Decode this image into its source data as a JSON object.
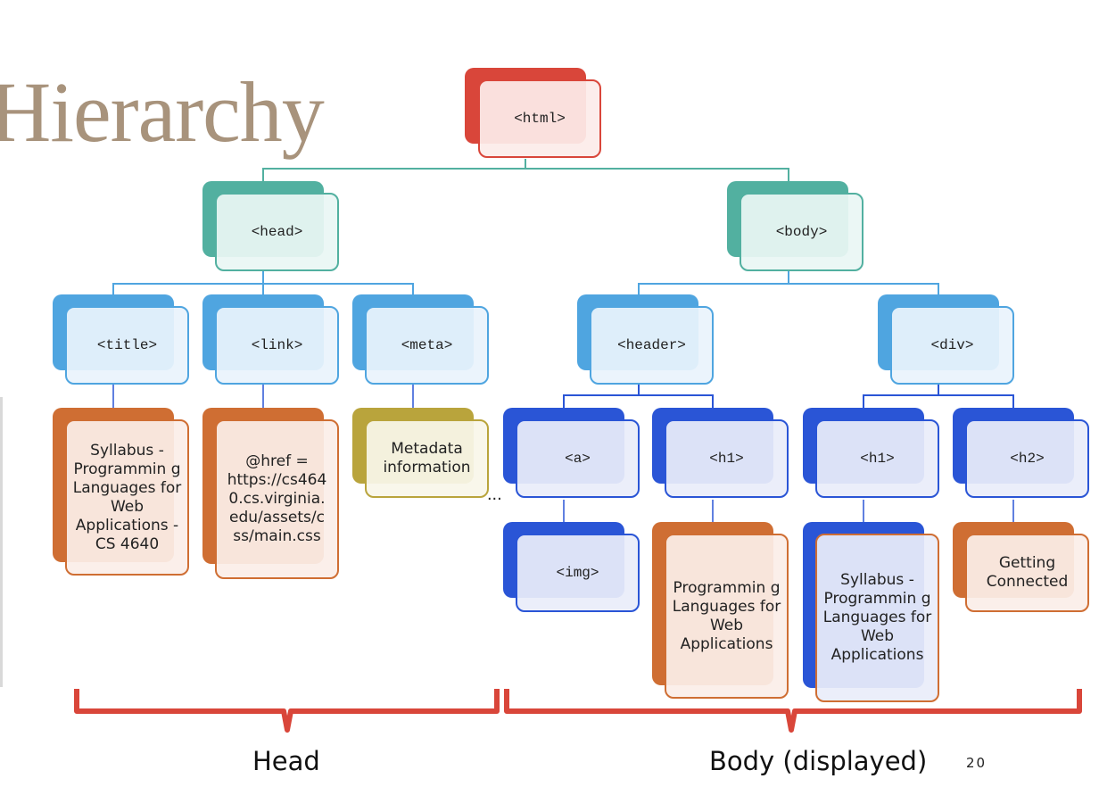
{
  "slide": {
    "title": "Hierarchy",
    "page_number": "20",
    "ellipsis": "..."
  },
  "groups": {
    "head_label": "Head",
    "body_label": "Body (displayed)"
  },
  "nodes": {
    "html": "<html>",
    "head": "<head>",
    "body": "<body>",
    "title": "<title>",
    "link": "<link>",
    "meta": "<meta>",
    "header": "<header>",
    "div": "<div>",
    "a": "<a>",
    "h1_header": "<h1>",
    "h1_div": "<h1>",
    "h2": "<h2>",
    "img": "<img>",
    "title_text": "Syllabus - Programmin g Languages for Web Applications - CS 4640",
    "link_href": "@href = https://cs464 0.cs.virginia. edu/assets/c ss/main.css",
    "meta_text": "Metadata information",
    "h1_header_text": "Programmin g Languages for Web Applications",
    "h1_div_text": "Syllabus - Programmin g Languages for Web Applications",
    "h2_text": "Getting Connected"
  },
  "colors": {
    "html": "#d9463a",
    "head_body": "#52b0a0",
    "level3": "#4fa5e0",
    "level4_blue": "#2a55d6",
    "orange": "#cf6e33",
    "olive": "#b9a43c",
    "bracket": "#d9463a",
    "title": "#a8937c"
  }
}
